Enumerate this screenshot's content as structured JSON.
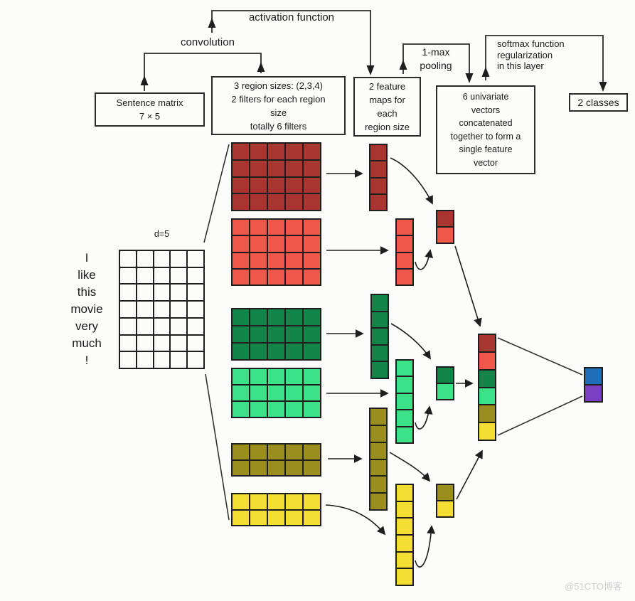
{
  "palette": {
    "darkred": "#A93530",
    "red": "#EF584A",
    "darkgreen": "#148549",
    "lightgreen": "#3BE287",
    "olive": "#9A8E1E",
    "yellow": "#F5DE34",
    "blue": "#1E6FB5",
    "purple": "#7A3FC4",
    "white": "#FCFCFB",
    "line": "#1e1e1e"
  },
  "annotations": {
    "activation_function": "activation function",
    "convolution": "convolution",
    "pooling": [
      "1-max",
      "pooling"
    ],
    "softmax": [
      "softmax function",
      "regularization",
      "in this layer"
    ]
  },
  "boxes": {
    "sentence_matrix": [
      "Sentence matrix",
      "7 × 5"
    ],
    "region_sizes": [
      "3 region sizes: (2,3,4)",
      "2 filters for each region",
      "size",
      "totally 6 filters"
    ],
    "feature_maps": [
      "2 feature",
      "maps for",
      "each",
      "region size"
    ],
    "univariate": [
      "6 univariate",
      "vectors",
      "concatenated",
      "together to form a",
      "single feature",
      "vector"
    ],
    "classes": "2 classes"
  },
  "sentence": {
    "dim_label": "d=5",
    "words": [
      "I",
      "like",
      "this",
      "movie",
      "very",
      "much",
      "!"
    ],
    "rows": 7,
    "cols": 5
  },
  "grids": [
    {
      "id": "sent",
      "name": "sentence-matrix-grid",
      "rows": 7,
      "cols": 5,
      "color": "white"
    },
    {
      "id": "m1",
      "name": "filter-region4-filter1",
      "rows": 4,
      "cols": 5,
      "color": "darkred"
    },
    {
      "id": "m2",
      "name": "filter-region4-filter2",
      "rows": 4,
      "cols": 5,
      "color": "red"
    },
    {
      "id": "m3",
      "name": "filter-region3-filter1",
      "rows": 3,
      "cols": 5,
      "color": "darkgreen"
    },
    {
      "id": "m4",
      "name": "filter-region3-filter2",
      "rows": 3,
      "cols": 5,
      "color": "lightgreen"
    },
    {
      "id": "m5",
      "name": "filter-region2-filter1",
      "rows": 2,
      "cols": 5,
      "color": "olive"
    },
    {
      "id": "m6",
      "name": "filter-region2-filter2",
      "rows": 2,
      "cols": 5,
      "color": "yellow"
    },
    {
      "id": "c1",
      "name": "feature-map-region4-filter1",
      "rows": 4,
      "cols": 1,
      "color": "darkred"
    },
    {
      "id": "c2",
      "name": "feature-map-region4-filter2",
      "rows": 4,
      "cols": 1,
      "color": "red"
    },
    {
      "id": "c3",
      "name": "feature-map-region3-filter1",
      "rows": 5,
      "cols": 1,
      "color": "darkgreen"
    },
    {
      "id": "c4",
      "name": "feature-map-region3-filter2",
      "rows": 5,
      "cols": 1,
      "color": "lightgreen"
    },
    {
      "id": "c5",
      "name": "feature-map-region2-filter1",
      "rows": 6,
      "cols": 1,
      "color": "olive"
    },
    {
      "id": "c6",
      "name": "feature-map-region2-filter2",
      "rows": 6,
      "cols": 1,
      "color": "yellow"
    },
    {
      "id": "p1",
      "name": "pooled-pair-region4",
      "rows": 2,
      "cols": 1,
      "colors": [
        "darkred",
        "red"
      ]
    },
    {
      "id": "p2",
      "name": "pooled-pair-region3",
      "rows": 2,
      "cols": 1,
      "colors": [
        "darkgreen",
        "lightgreen"
      ]
    },
    {
      "id": "p3",
      "name": "pooled-pair-region2",
      "rows": 2,
      "cols": 1,
      "colors": [
        "olive",
        "yellow"
      ]
    },
    {
      "id": "concat",
      "name": "concatenated-feature-vector",
      "rows": 6,
      "cols": 1,
      "colors": [
        "darkred",
        "red",
        "darkgreen",
        "lightgreen",
        "olive",
        "yellow"
      ]
    },
    {
      "id": "out",
      "name": "class-output-vector",
      "rows": 2,
      "cols": 1,
      "colors": [
        "blue",
        "purple"
      ]
    }
  ],
  "watermark": "@51CTO博客"
}
